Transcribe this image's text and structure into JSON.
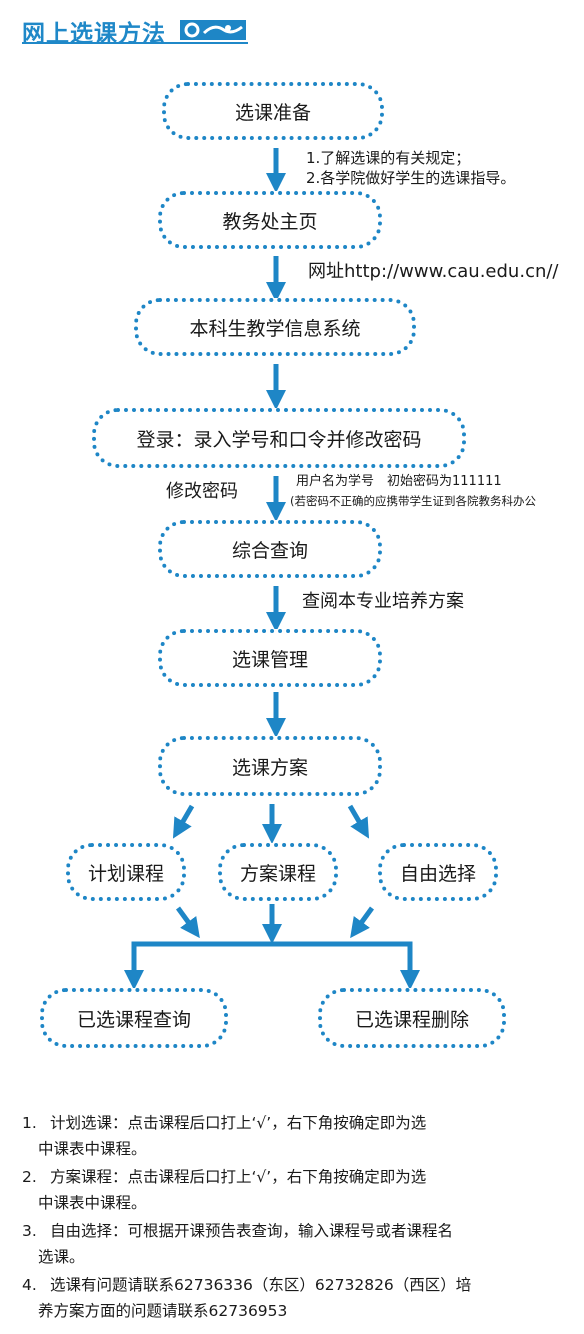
{
  "title": "网上选课方法",
  "colors": {
    "accent": "#1e86c6",
    "text": "#1a1a1a"
  },
  "nodes": {
    "prep": "选课准备",
    "homepage": "教务处主页",
    "system": "本科生教学信息系统",
    "login": "登录：录入学号和口令并修改密码",
    "query": "综合查询",
    "manage": "选课管理",
    "plan": "选课方案",
    "planned": "计划课程",
    "scheme": "方案课程",
    "free": "自由选择",
    "selected_query": "已选课程查询",
    "selected_delete": "已选课程删除"
  },
  "notes": {
    "prep_1": "1.了解选课的有关规定；",
    "prep_2": "2.各学院做好学生的选课指导。",
    "url": "网址http://www.cau.edu.cn//",
    "change_pwd": "修改密码",
    "username": "用户名为学号　初始密码为111111",
    "pwd_help": "(若密码不正确的应携带学生证到各院教务科办公",
    "review": "查阅本专业培养方案"
  },
  "footnotes": [
    {
      "num": "1.",
      "line1": "计划选课：点击课程后口打上‘√’，右下角按确定即为选",
      "line2": "中课表中课程。"
    },
    {
      "num": "2.",
      "line1": "方案课程：点击课程后口打上‘√’，右下角按确定即为选",
      "line2": "中课表中课程。"
    },
    {
      "num": "3.",
      "line1": "自由选择：可根据开课预告表查询，输入课程号或者课程名",
      "line2": "选课。"
    },
    {
      "num": "4.",
      "line1": "选课有问题请联系62736336（东区）62732826（西区）培",
      "line2": "养方案方面的问题请联系62736953"
    }
  ]
}
